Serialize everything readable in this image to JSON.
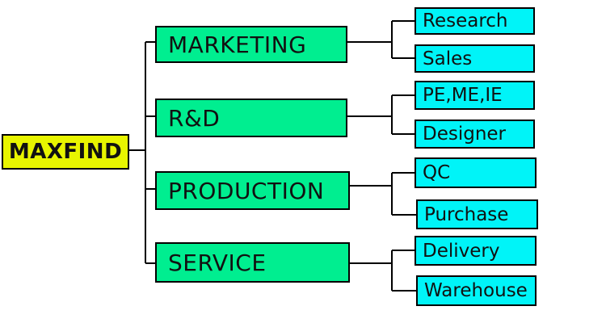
{
  "root": {
    "label": "MAXFIND"
  },
  "departments": [
    {
      "label": "MARKETING",
      "children": [
        {
          "label": "Research"
        },
        {
          "label": "Sales"
        }
      ]
    },
    {
      "label": "R&D",
      "children": [
        {
          "label": "PE,ME,IE"
        },
        {
          "label": "Designer"
        }
      ]
    },
    {
      "label": "PRODUCTION",
      "children": [
        {
          "label": "QC"
        },
        {
          "label": "Purchase"
        }
      ]
    },
    {
      "label": "SERVICE",
      "children": [
        {
          "label": "Delivery"
        },
        {
          "label": "Warehouse"
        }
      ]
    }
  ],
  "colors": {
    "root_fill": "#e8f500",
    "department_fill": "#00ee90",
    "leaf_fill": "#00f4f8",
    "border": "#000000",
    "line": "#000000"
  }
}
